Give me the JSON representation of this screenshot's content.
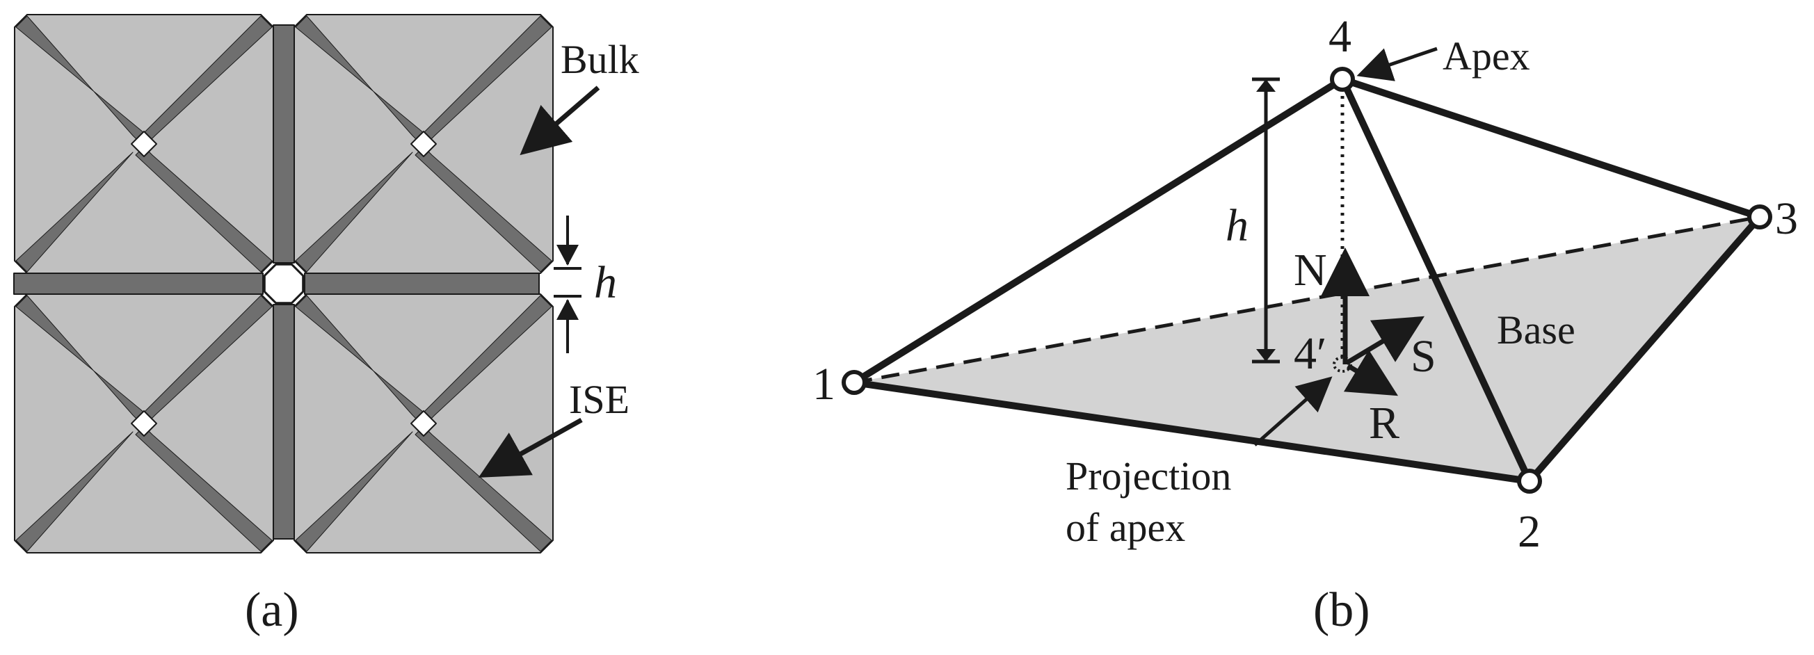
{
  "panel_a": {
    "caption": "(a)",
    "label_bulk": "Bulk",
    "label_ise": "ISE",
    "label_h": "h"
  },
  "panel_b": {
    "caption": "(b)",
    "label_apex": "Apex",
    "label_base": "Base",
    "label_h": "h",
    "label_projection_line1": "Projection",
    "label_projection_line2": "of apex",
    "node_1": "1",
    "node_2": "2",
    "node_3": "3",
    "node_4": "4",
    "node_4_prime": "4′",
    "axis_N": "N",
    "axis_S": "S",
    "axis_R": "R"
  },
  "colors": {
    "bulk_fill": "#c0c0c0",
    "ise_fill": "#6f6f6f",
    "base_fill": "#d3d3d3",
    "line": "#1a1a1a"
  }
}
